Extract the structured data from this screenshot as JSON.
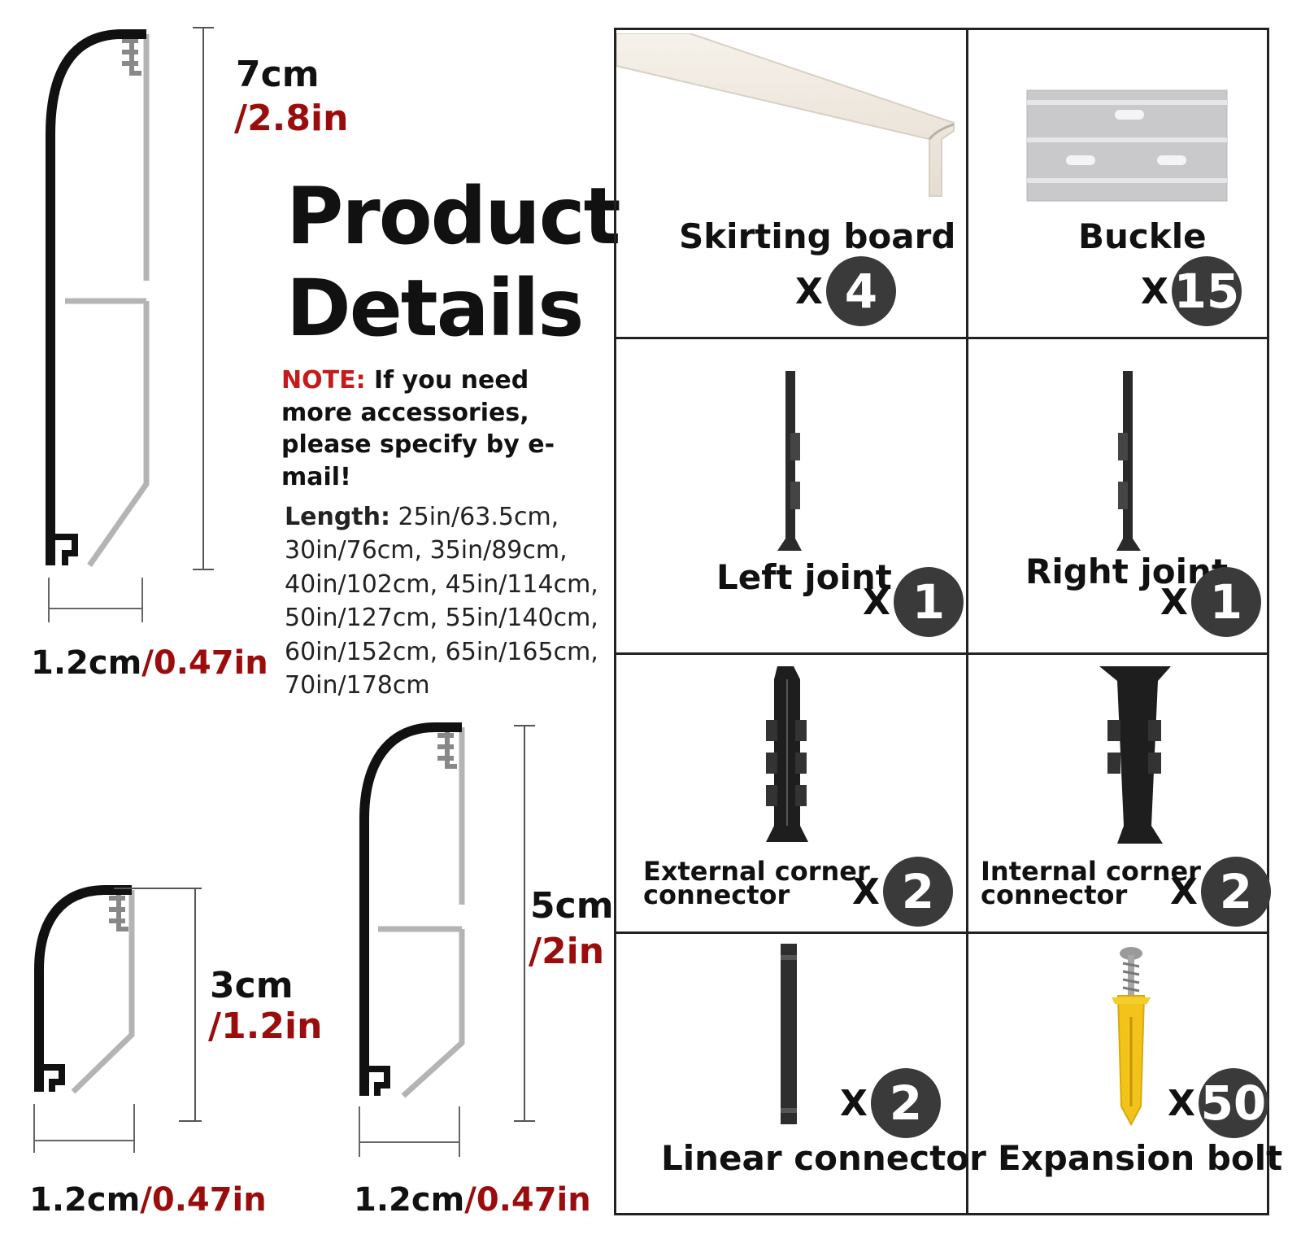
{
  "heading": {
    "line1": "Product",
    "line2": "Details"
  },
  "note": {
    "label": "NOTE:",
    "text": " If you need more accessories, please specify by e-mail!"
  },
  "lengths": {
    "label": "Length:",
    "text": " 25in/63.5cm, 30in/76cm, 35in/89cm, 40in/102cm, 45in/114cm, 50in/127cm, 55in/140cm, 60in/152cm, 65in/165cm, 70in/178cm"
  },
  "profiles": {
    "large": {
      "height_cm": "7cm",
      "height_in": "/2.8in",
      "width_cm": "1.2cm",
      "width_in": "/0.47in"
    },
    "small": {
      "height_cm": "3cm",
      "height_in": "/1.2in",
      "width_cm": "1.2cm",
      "width_in": "/0.47in"
    },
    "medium": {
      "height_cm": "5cm",
      "height_in": "/2in",
      "width_cm": "1.2cm",
      "width_in": "/0.47in"
    }
  },
  "accessories": [
    {
      "name": "Skirting board",
      "x": "X",
      "qty": "4"
    },
    {
      "name": "Buckle",
      "x": "X",
      "qty": "15"
    },
    {
      "name": "Left joint",
      "x": "X",
      "qty": "1"
    },
    {
      "name": "Right joint",
      "x": "X",
      "qty": "1"
    },
    {
      "name1": "External corner",
      "name2": "connector",
      "x": "X",
      "qty": "2"
    },
    {
      "name1": "Internal corner",
      "name2": "connector",
      "x": "X",
      "qty": "2"
    },
    {
      "name": "Linear connector",
      "x": "X",
      "qty": "2"
    },
    {
      "name": "Expansion bolt",
      "x": "X",
      "qty": "50"
    }
  ],
  "colors": {
    "accent_red": "#9b0d0d",
    "note_red": "#c41c1c",
    "badge": "#3a3a3a"
  }
}
